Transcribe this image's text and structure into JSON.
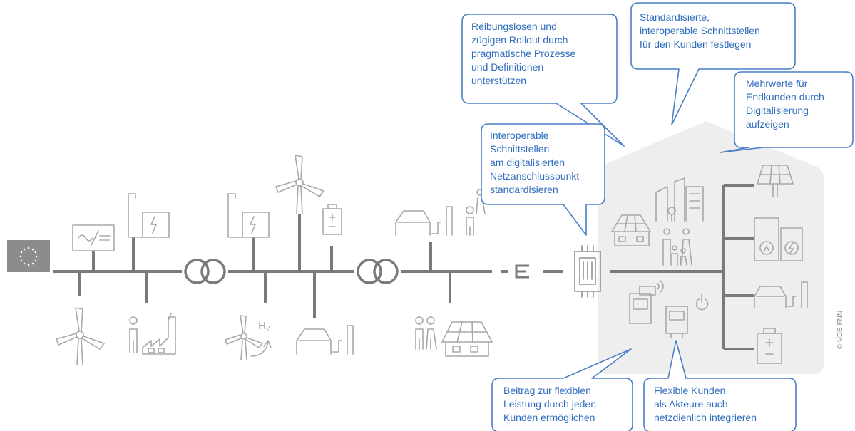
{
  "colors": {
    "grid_line": "#7a7a7a",
    "icon_stroke": "#a8a8a8",
    "house_fill": "#eeeeee",
    "callout_border": "#4a7ec6",
    "callout_text": "#2f6dbd",
    "eu_flag_bg": "#8c8c8c"
  },
  "icons": [
    "eu-flag-icon",
    "inverter-icon",
    "factory-icon",
    "wind-turbine-icon",
    "person-icon",
    "transformer-icon",
    "battery-icon",
    "hydrogen-icon",
    "car-charger-icon",
    "solar-panel-icon",
    "smart-meter-icon",
    "city-icon",
    "family-icon",
    "heat-pump-icon",
    "wallbox-icon",
    "power-button-icon"
  ],
  "hydrogen_label": "H₂",
  "callouts": {
    "rollout": "Reibungslosen  und\nzügigen Rollout durch\npragmatische Prozesse\nund Definitionen\nunterstützen",
    "standardized_interfaces": "Standardisierte,\ninteroperable Schnittstellen\nfür den Kunden festlegen",
    "added_value": "Mehrwerte für\nEndkunden durch\nDigitalisierung\naufzeigen",
    "grid_connection": "Interoperable\nSchnittstellen\nam digitalisierten\nNetzanschlusspunkt\nstandardisieren",
    "flexible_power": "Beitrag zur flexiblen\nLeistung durch jeden\nKunden ermöglichen",
    "flexible_customers": "Flexible Kunden\nals Akteure auch\nnetzdienlich integrieren"
  },
  "copyright": "© VDE FNN"
}
